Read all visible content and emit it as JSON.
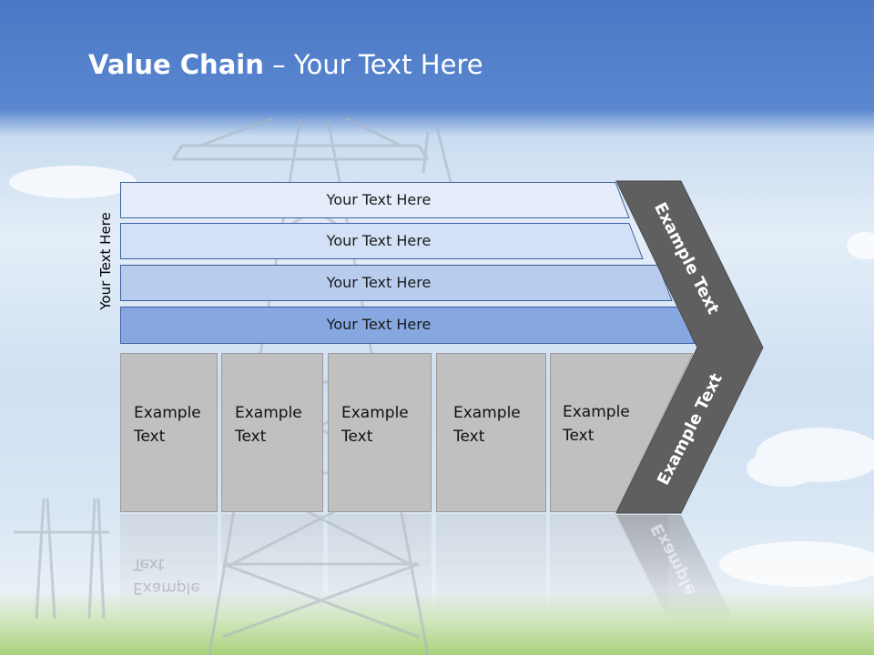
{
  "title": {
    "bold": "Value Chain",
    "rest": " – Your Text Here"
  },
  "side_label": "Your Text Here",
  "bars": [
    {
      "label": "Your Text Here",
      "color": "#e6edfa"
    },
    {
      "label": "Your Text Here",
      "color": "#d3e0f6"
    },
    {
      "label": "Your Text Here",
      "color": "#b8cdee"
    },
    {
      "label": "Your Text Here",
      "color": "#86a7e0"
    }
  ],
  "boxes": [
    {
      "line1": "Example",
      "line2": "Text"
    },
    {
      "line1": "Example",
      "line2": "Text"
    },
    {
      "line1": "Example",
      "line2": "Text"
    },
    {
      "line1": "Example",
      "line2": "Text"
    },
    {
      "line1": "Example",
      "line2": "Text"
    }
  ],
  "chevron": {
    "top_label": "Example Text",
    "bottom_label": "Example Text",
    "color": "#5f5f5f"
  },
  "reflection": {
    "box_line1": "Example",
    "box_line2": "Text",
    "chevron_label": "Example"
  }
}
